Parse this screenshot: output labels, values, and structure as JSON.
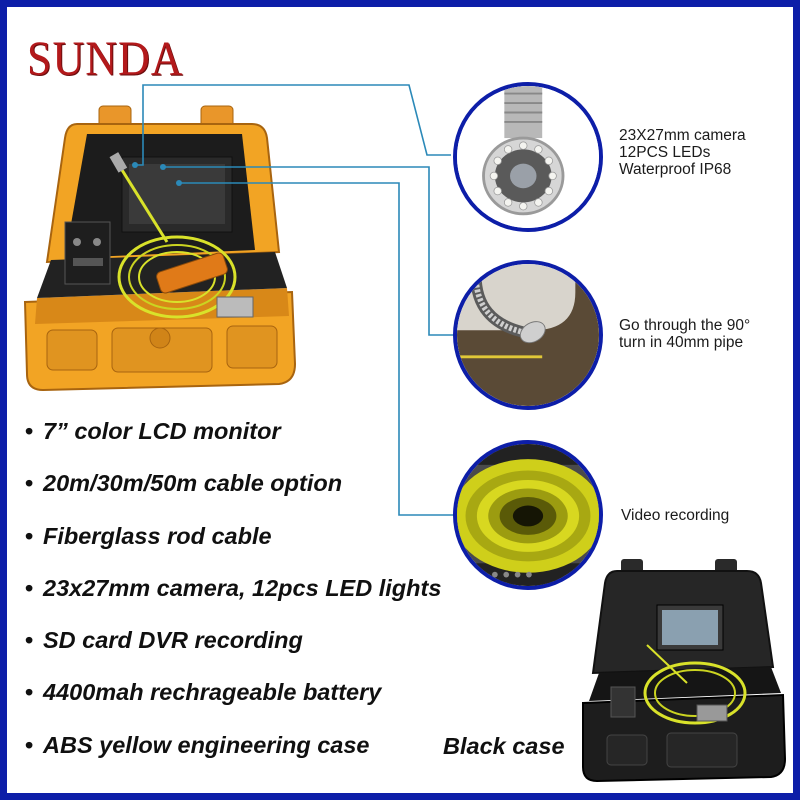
{
  "brand": {
    "logo_text": "SUNDA"
  },
  "callouts": [
    {
      "image": "camera-head-image",
      "lines": [
        "23X27mm camera",
        "12PCS LEDs",
        "Waterproof IP68"
      ]
    },
    {
      "image": "pipe-bend-image",
      "lines": [
        "Go through the 90°",
        "turn in 40mm pipe"
      ]
    },
    {
      "image": "video-screen-image",
      "lines": [
        "Video recording"
      ]
    }
  ],
  "features": [
    "7” color LCD  monitor",
    "20m/30m/50m cable option",
    "Fiberglass rod  cable",
    "23x27mm camera, 12pcs LED lights",
    "SD card DVR recording",
    "4400mah rechrageable battery",
    "ABS yellow engineering case"
  ],
  "variant_label": "Black case",
  "bullet_glyph": "•",
  "colors": {
    "frame": "#0d1ea8",
    "brand": "#b3191b",
    "case_yellow": "#f2a424",
    "cable": "#d9e22a",
    "connector": "#2b89b8"
  }
}
